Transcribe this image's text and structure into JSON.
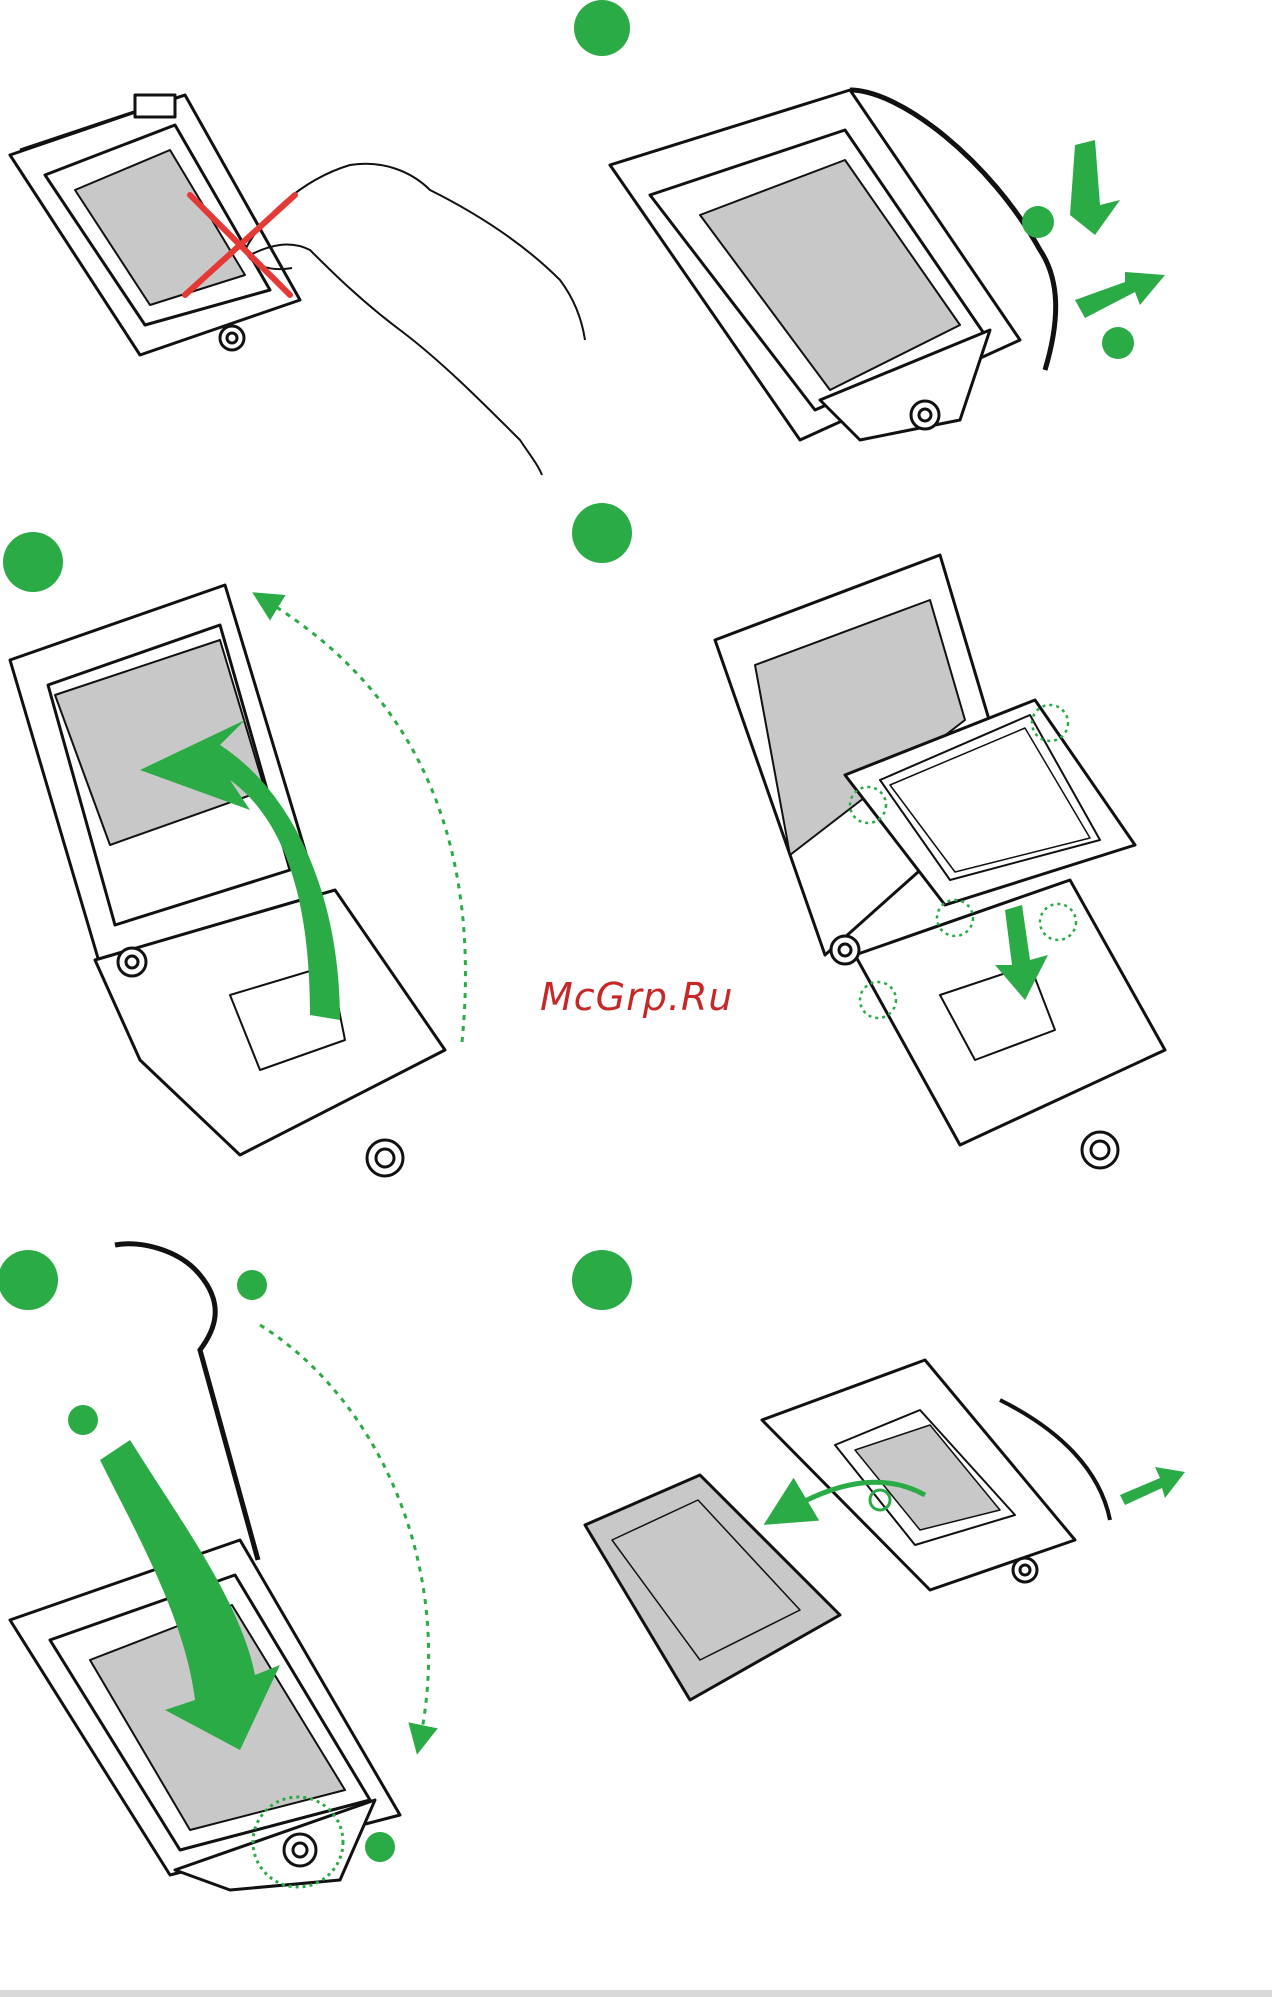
{
  "watermark": {
    "text": "McGrp.Ru",
    "color": "#c62828"
  },
  "colors": {
    "accent_green": "#2bab46",
    "warning_red": "#e53935",
    "line": "#111111",
    "socket_fill": "#c8c8c8",
    "bottom_bar": "#d9d9d9"
  },
  "panels": [
    {
      "id": "no-touch",
      "icons": [
        "socket-icon",
        "hand-icon",
        "cross-icon"
      ]
    },
    {
      "id": "step-1",
      "icons": [
        "step-dot",
        "socket-icon",
        "lever-icon",
        "push-down-arrow",
        "push-right-arrow"
      ]
    },
    {
      "id": "step-2",
      "icons": [
        "step-dot",
        "open-socket-icon",
        "lift-arrow",
        "dotted-arc"
      ]
    },
    {
      "id": "step-3",
      "icons": [
        "step-dot",
        "open-socket-icon",
        "cpu-icon",
        "insert-arrow",
        "alignment-circles"
      ]
    },
    {
      "id": "step-4",
      "icons": [
        "step-dot",
        "socket-icon",
        "lever-icon",
        "close-arrow",
        "dotted-arc"
      ]
    },
    {
      "id": "step-5",
      "icons": [
        "step-dot",
        "socket-icon",
        "pnp-cap-icon",
        "remove-arrow"
      ]
    }
  ]
}
